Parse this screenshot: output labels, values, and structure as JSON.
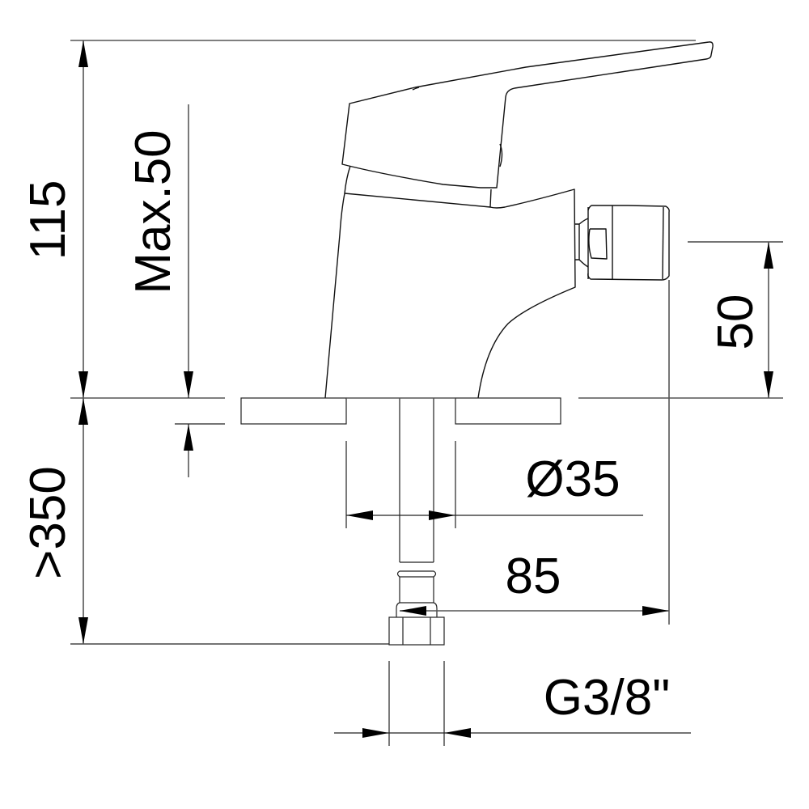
{
  "drawing": {
    "subject": "bidet-mixer-side-view",
    "dimensions": {
      "overall_height": "115",
      "max_deck_thickness": "Max.50",
      "hose_length": ">350",
      "spray_height": "50",
      "hole_diameter": "Ø35",
      "projection": "85",
      "connection_thread": "G3/8\""
    },
    "colors": {
      "line": "#111111",
      "dimension_line": "#555555",
      "background": "#ffffff"
    }
  }
}
